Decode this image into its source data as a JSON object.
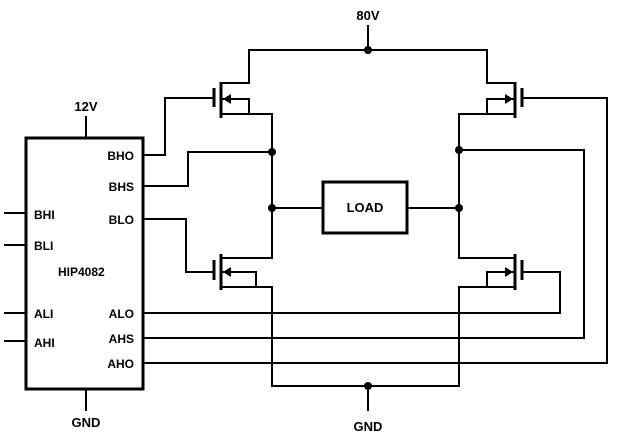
{
  "supply": {
    "high_voltage": "80V",
    "logic_voltage": "12V"
  },
  "ground": {
    "ic_label": "GND",
    "bridge_label": "GND"
  },
  "driver": {
    "part": "HIP4082",
    "left_pins": [
      "BHI",
      "BLI",
      "ALI",
      "AHI"
    ],
    "right_pins": [
      "BHO",
      "BHS",
      "BLO",
      "ALO",
      "AHS",
      "AHO"
    ]
  },
  "load": {
    "label": "LOAD"
  },
  "colors": {
    "wire": "#000000",
    "background": "#ffffff"
  }
}
